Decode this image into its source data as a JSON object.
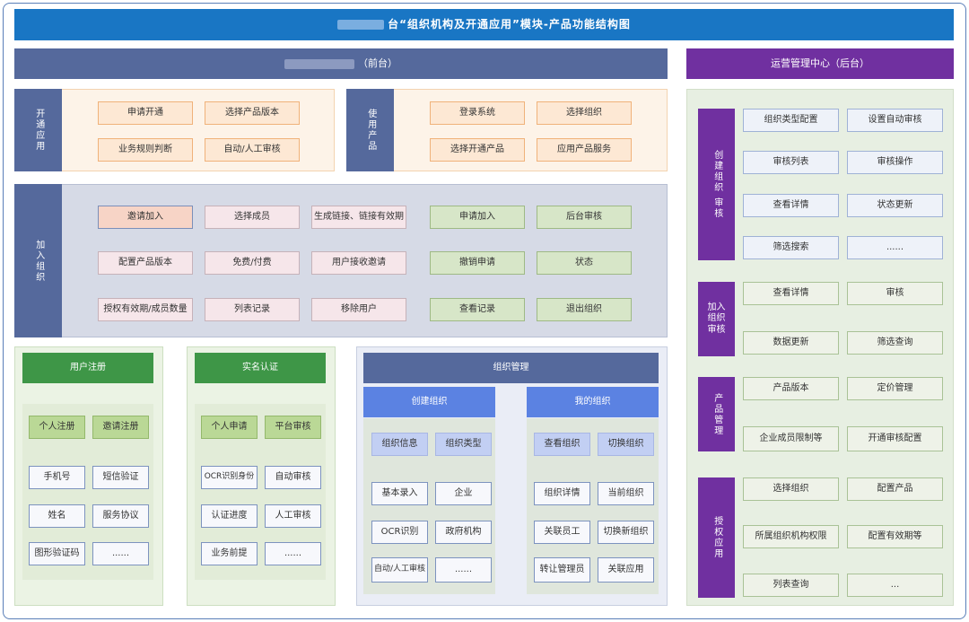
{
  "title": {
    "text": "台“组织机构及开通应用”模块-产品功能结构图"
  },
  "front": {
    "header": "（前台）"
  },
  "ops": {
    "header": "运营管理中心（后台）",
    "sections": [
      {
        "label": "创建组织 审核",
        "items": [
          "组织类型配置",
          "设置自动审核",
          "审核列表",
          "审核操作",
          "查看详情",
          "状态更新",
          "筛选搜索",
          "......"
        ]
      },
      {
        "label": "加入组织审核",
        "items": [
          "查看详情",
          "审核",
          "数据更新",
          "筛选查询"
        ]
      },
      {
        "label": "产品管理",
        "items": [
          "产品版本",
          "定价管理",
          "企业成员限制等",
          "开通审核配置"
        ]
      },
      {
        "label": "授权应用",
        "items": [
          "选择组织",
          "配置产品",
          "所属组织机构权限",
          "配置有效期等",
          "列表查询",
          "..."
        ]
      }
    ]
  },
  "open_app": {
    "label": "开通应用",
    "items": [
      "申请开通",
      "选择产品版本",
      "业务规则判断",
      "自动/人工审核"
    ]
  },
  "use_product": {
    "label": "使用产品",
    "items": [
      "登录系统",
      "选择组织",
      "选择开通产品",
      "应用产品服务"
    ]
  },
  "join_org": {
    "label": "加入组织",
    "invite": [
      "邀请加入",
      "选择成员",
      "生成链接、链接有效期",
      "配置产品版本",
      "免费/付费",
      "用户接收邀请",
      "授权有效期/成员数量",
      "列表记录",
      "移除用户"
    ],
    "apply": [
      "申请加入",
      "后台审核",
      "撤销申请",
      "状态",
      "查看记录",
      "退出组织"
    ]
  },
  "user_reg": {
    "header": "用户注册",
    "buttons": [
      "个人注册",
      "邀请注册"
    ],
    "items": [
      "手机号",
      "短信验证",
      "姓名",
      "服务协议",
      "图形验证码",
      "......"
    ]
  },
  "real_name": {
    "header": "实名认证",
    "buttons": [
      "个人申请",
      "平台审核"
    ],
    "items": [
      "OCR识别身份",
      "自动审核",
      "认证进度",
      "人工审核",
      "业务前提",
      "......"
    ]
  },
  "org_mgmt": {
    "header": "组织管理",
    "create": {
      "header": "创建组织",
      "tabs": [
        "组织信息",
        "组织类型"
      ],
      "items": [
        "基本录入",
        "企业",
        "OCR识别",
        "政府机构",
        "自动/人工审核",
        "......"
      ]
    },
    "mine": {
      "header": "我的组织",
      "tabs": [
        "查看组织",
        "切换组织"
      ],
      "items": [
        "组织详情",
        "当前组织",
        "关联员工",
        "切换新组织",
        "转让管理员",
        "关联应用"
      ]
    }
  }
}
